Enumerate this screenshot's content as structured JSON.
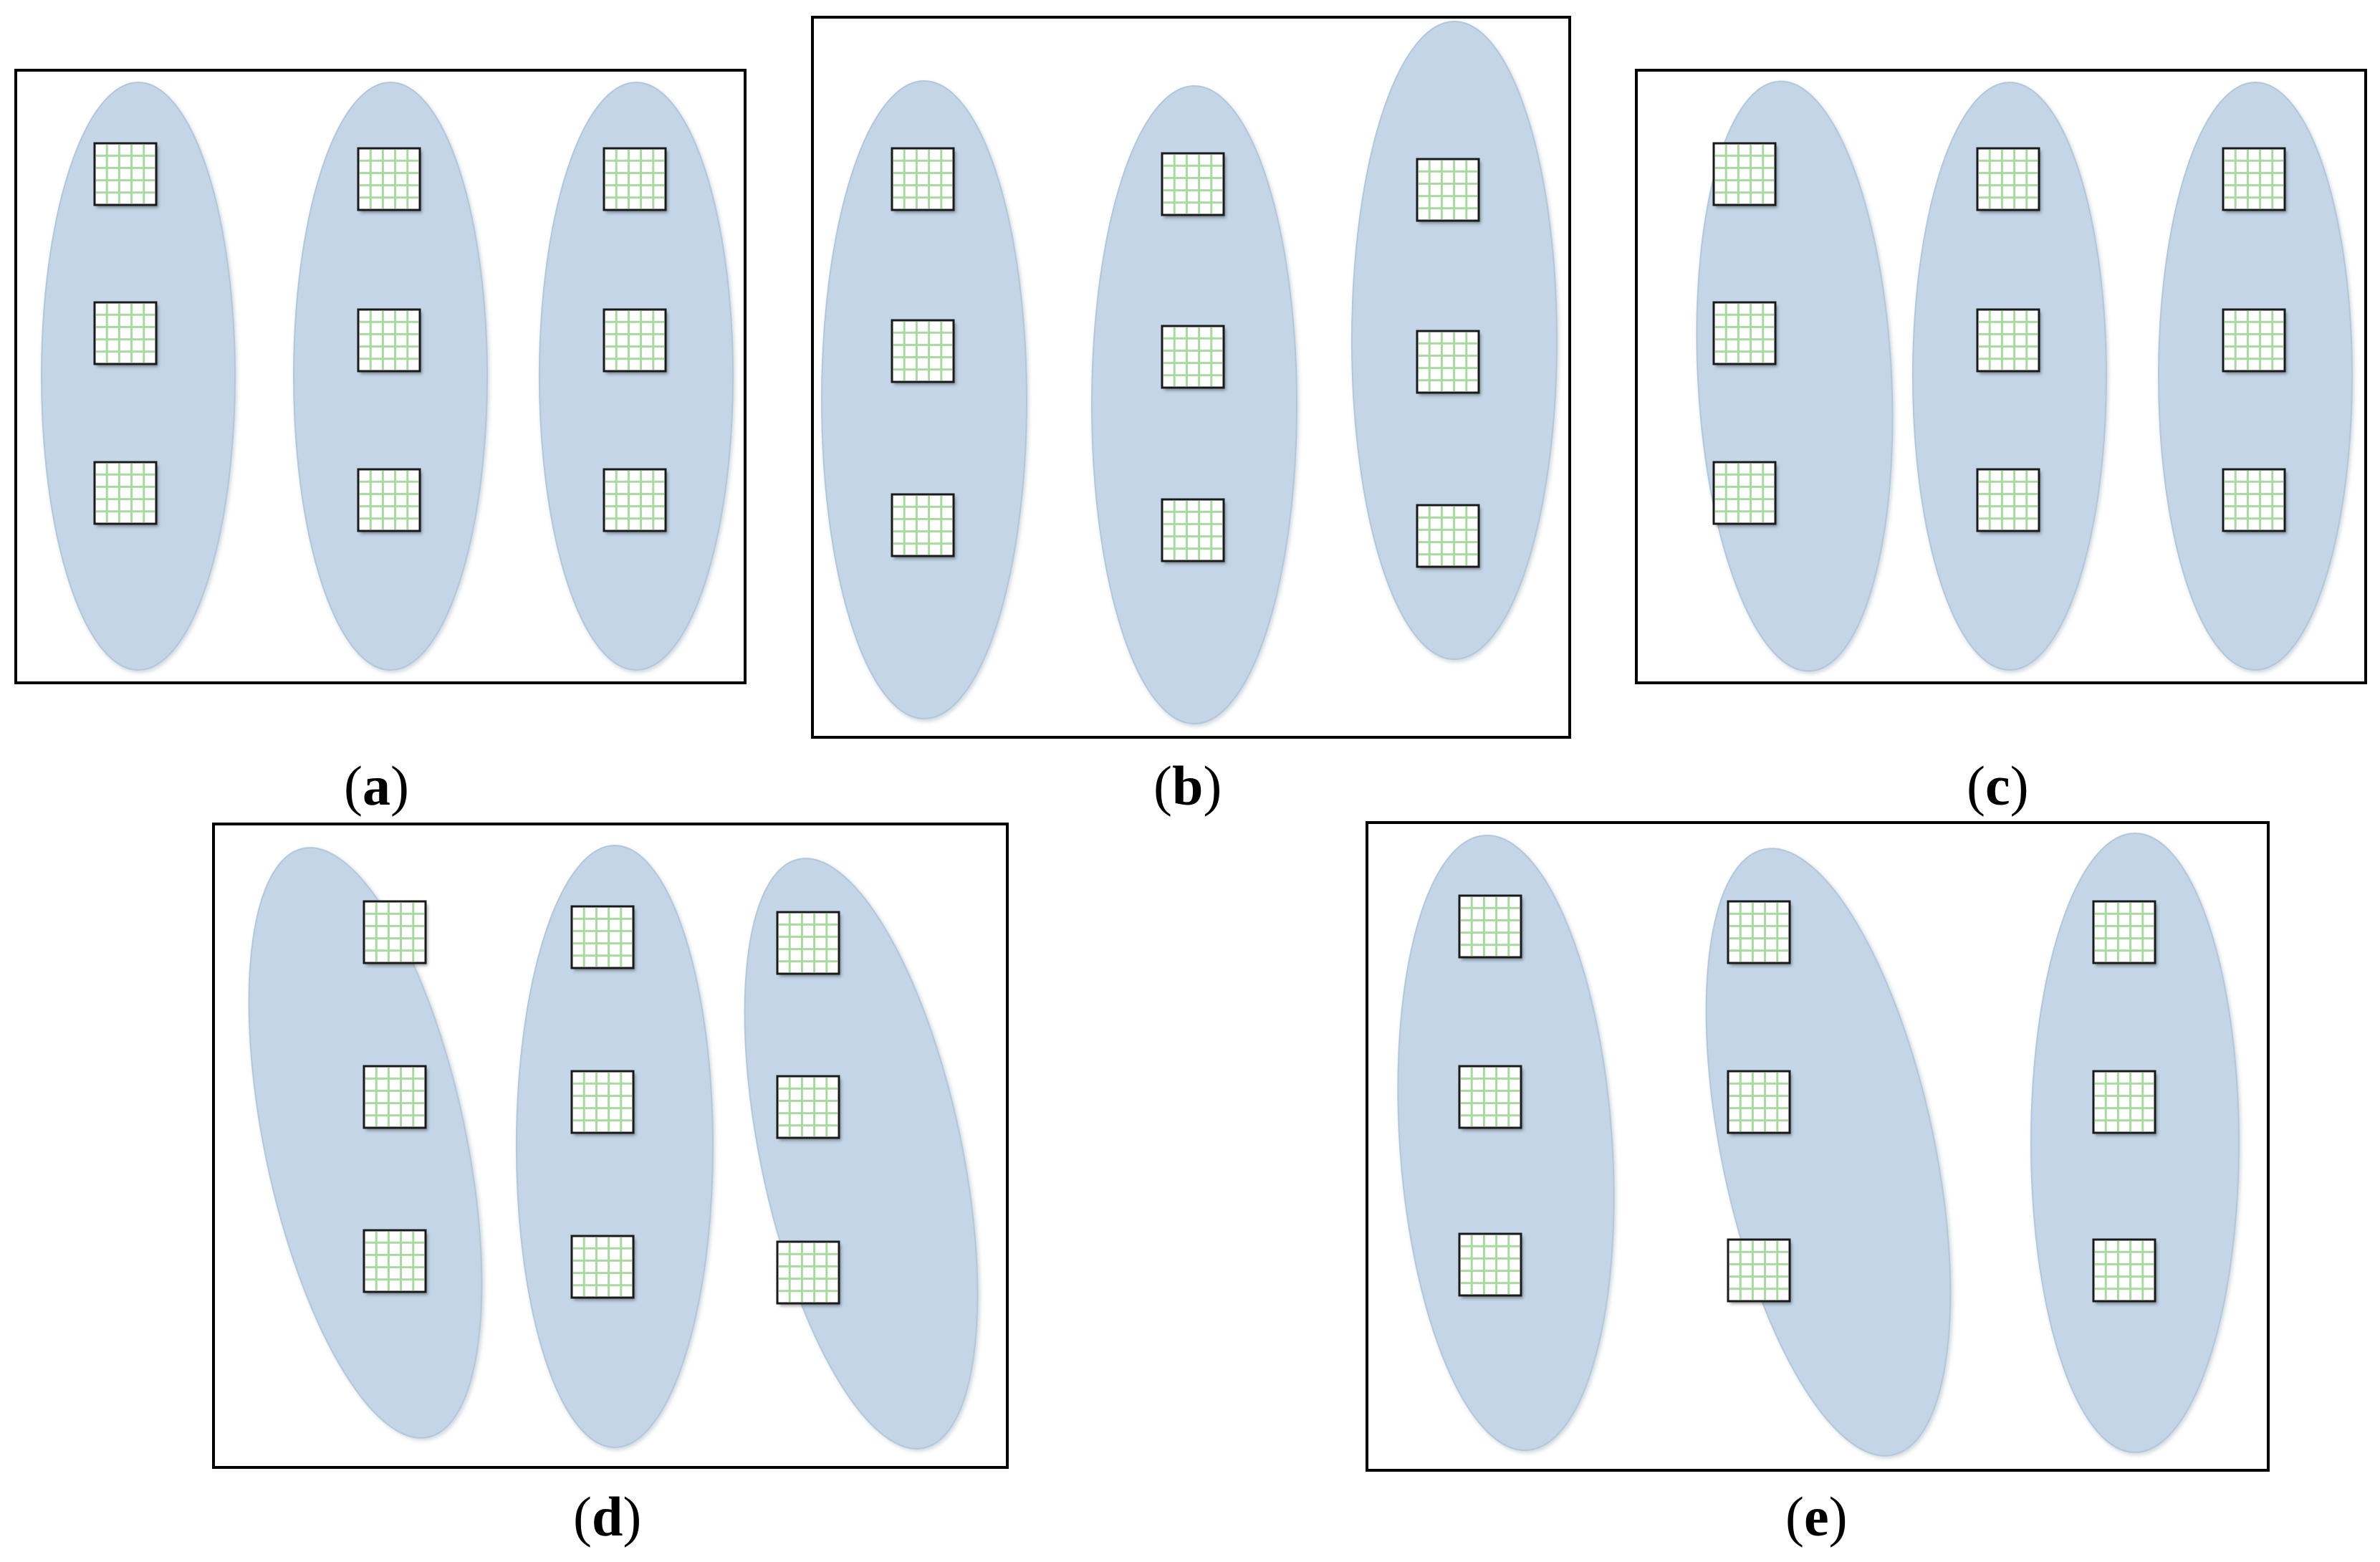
{
  "panels": [
    {
      "id": "a",
      "label": "a",
      "ellipses": [
        {
          "squares": 3,
          "tilt": "none"
        },
        {
          "squares": 3,
          "tilt": "none"
        },
        {
          "squares": 3,
          "tilt": "none"
        }
      ]
    },
    {
      "id": "b",
      "label": "b",
      "ellipses": [
        {
          "squares": 3,
          "tilt": "none"
        },
        {
          "squares": 3,
          "tilt": "none"
        },
        {
          "squares": 3,
          "tilt": "none"
        }
      ]
    },
    {
      "id": "c",
      "label": "c",
      "ellipses": [
        {
          "squares": 3,
          "tilt": "slight"
        },
        {
          "squares": 3,
          "tilt": "none"
        },
        {
          "squares": 3,
          "tilt": "none"
        }
      ]
    },
    {
      "id": "d",
      "label": "d",
      "ellipses": [
        {
          "squares": 3,
          "tilt": "left-leaning"
        },
        {
          "squares": 3,
          "tilt": "none"
        },
        {
          "squares": 3,
          "tilt": "left-leaning"
        }
      ]
    },
    {
      "id": "e",
      "label": "e",
      "ellipses": [
        {
          "squares": 3,
          "tilt": "slight"
        },
        {
          "squares": 3,
          "tilt": "left-leaning"
        },
        {
          "squares": 3,
          "tilt": "none"
        }
      ]
    }
  ],
  "colors": {
    "ellipse_fill": "#c3d5e6",
    "ellipse_stroke": "#b3c7da",
    "frame_stroke": "#000000",
    "square_fill": "#ffffff",
    "square_border": "#1a1a1a",
    "square_grid": "#a9d9a0"
  }
}
